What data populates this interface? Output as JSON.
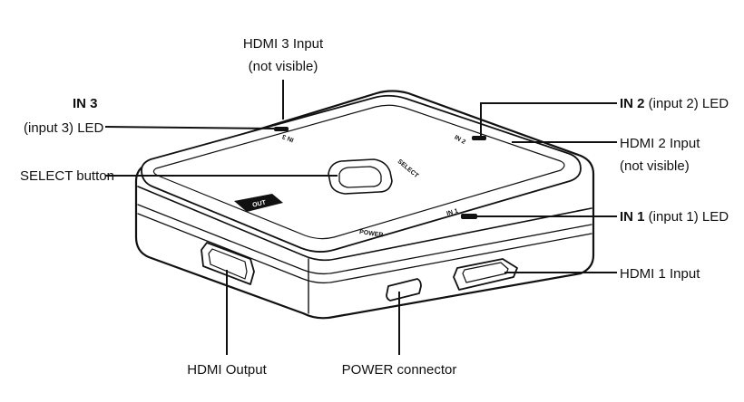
{
  "labels": {
    "hdmi3_input": {
      "line1": "HDMI 3 Input",
      "line2": "(not visible)"
    },
    "in3_led": {
      "bold": "IN 3",
      "rest": "(input 3) LED"
    },
    "select_button": "SELECT button",
    "in2_led": {
      "bold": "IN 2",
      "rest": " (input 2) LED"
    },
    "hdmi2_input": {
      "line1": "HDMI 2 Input",
      "line2": "(not visible)"
    },
    "in1_led": {
      "bold": "IN 1",
      "rest": " (input 1) LED"
    },
    "hdmi1_input": "HDMI 1 Input",
    "hdmi_output": "HDMI Output",
    "power_connector": "POWER connector"
  },
  "device": {
    "in3_mark": "IN 3",
    "in2_mark": "IN 2",
    "in1_mark": "IN 1",
    "select_mark": "SELECT",
    "power_mark": "POWER",
    "output_mark": "OUT"
  },
  "colors": {
    "line": "#111111",
    "body": "#ffffff",
    "badge": "#111111"
  }
}
